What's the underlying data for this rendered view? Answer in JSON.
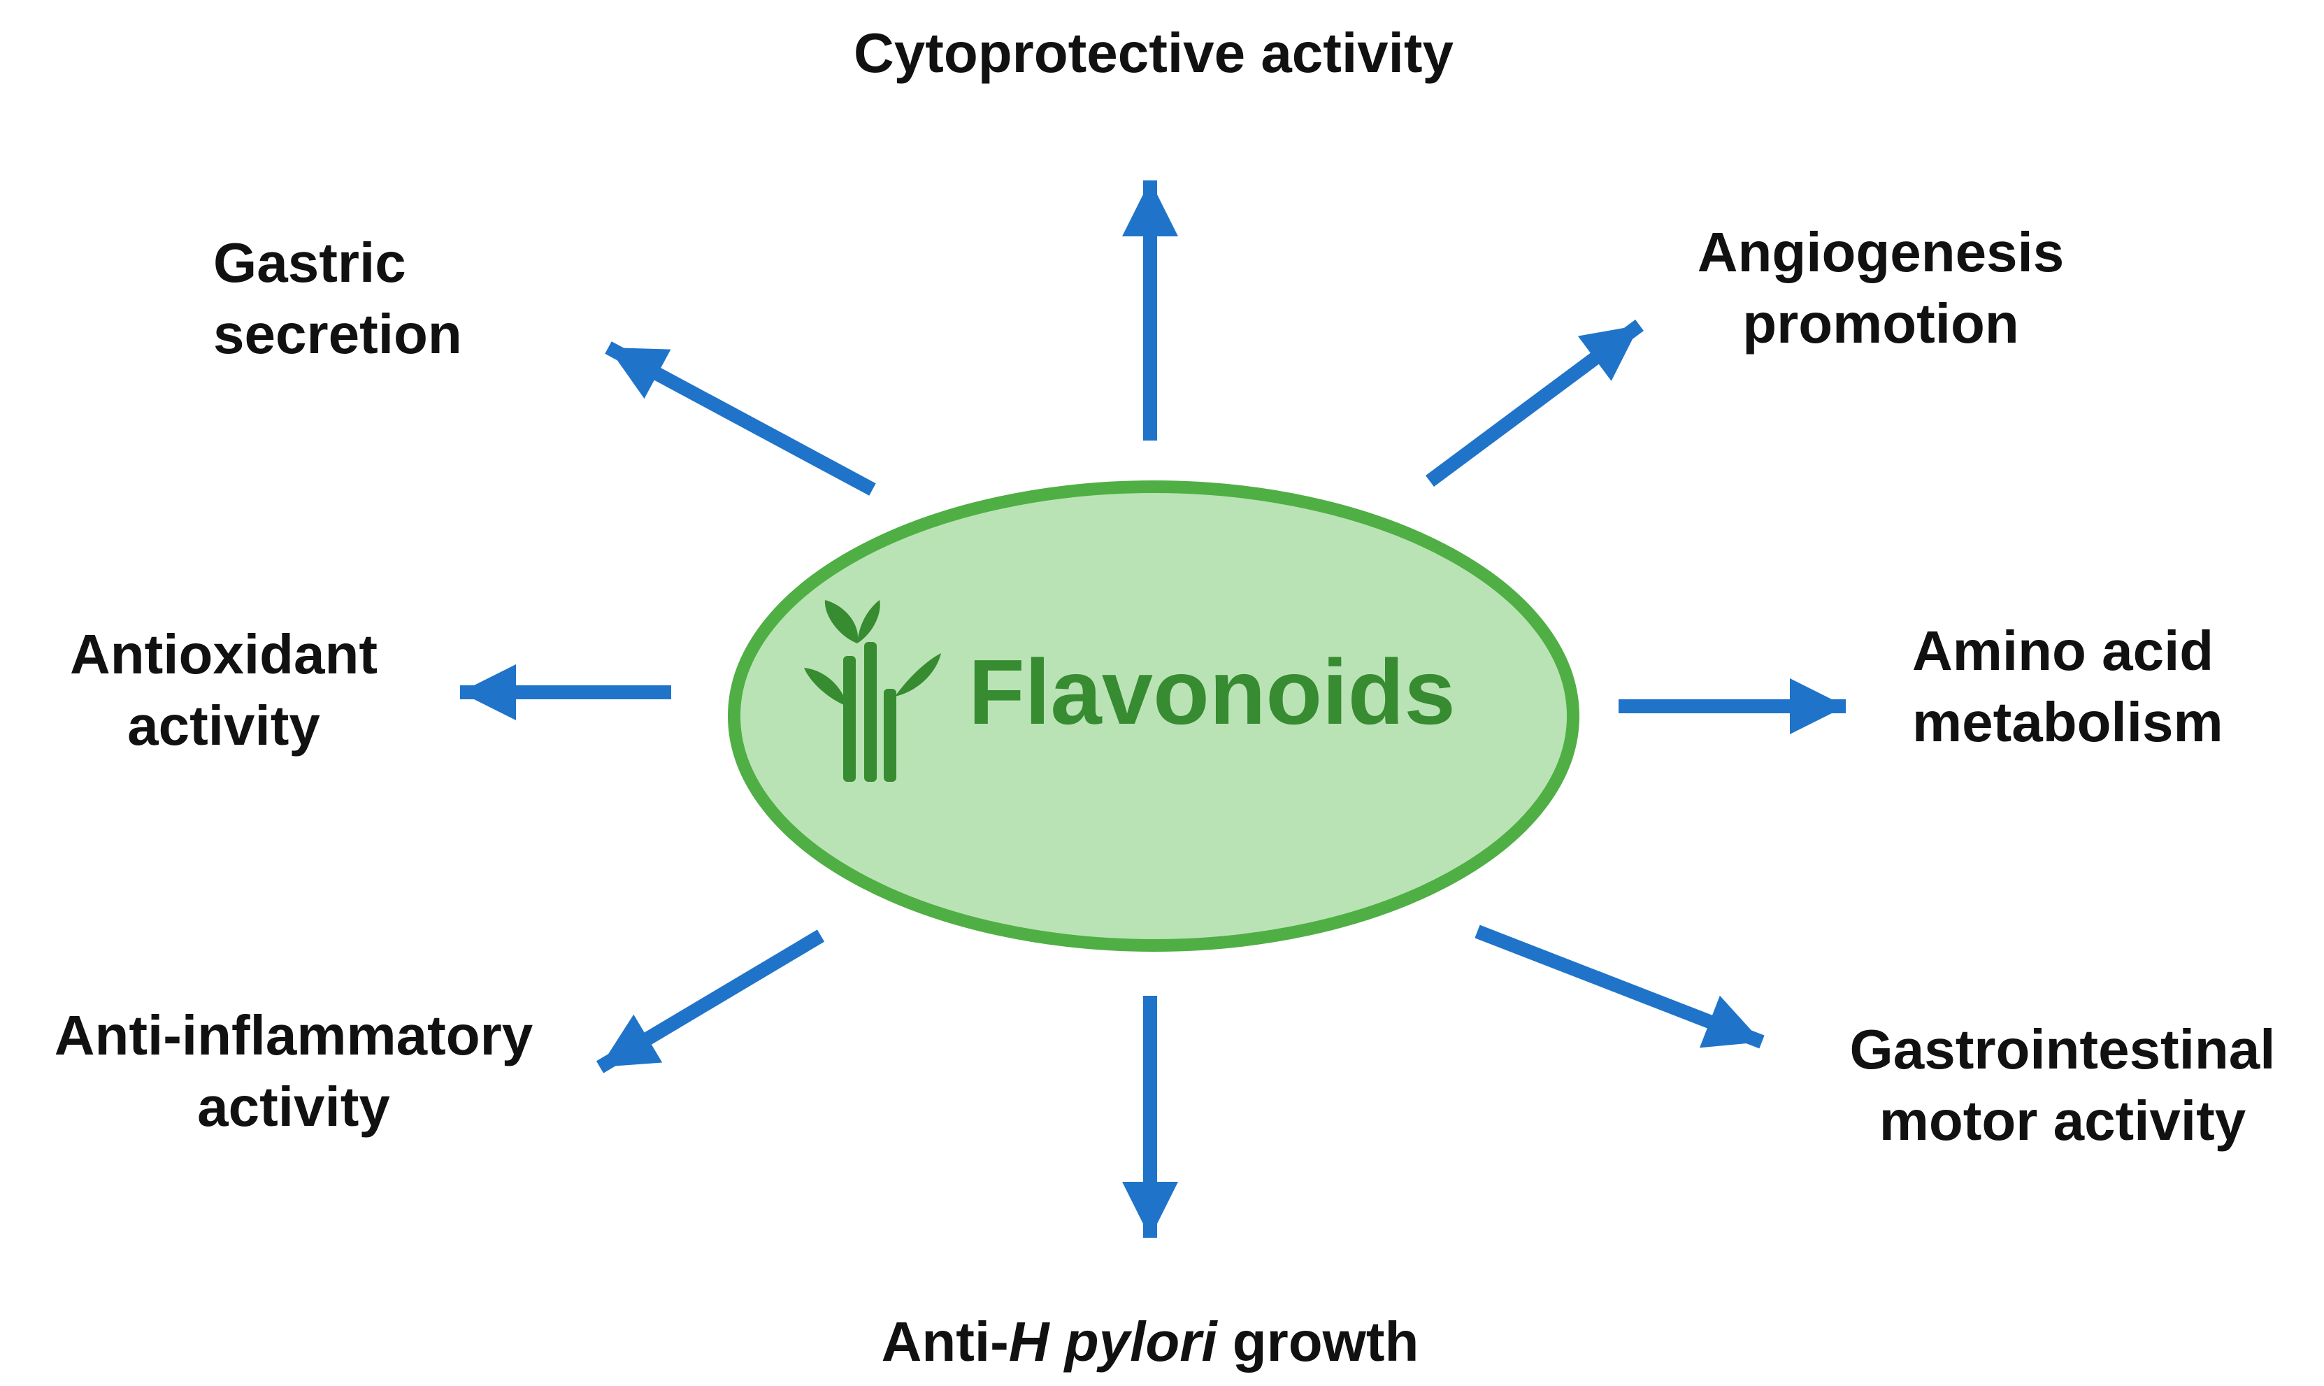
{
  "colors": {
    "arrow": "#1f74c9",
    "ellipse_fill": "#bae3b5",
    "ellipse_stroke": "#4faf44",
    "center_text": "#378b31",
    "plant": "#378b31",
    "label_text": "#111111"
  },
  "center": {
    "title": "Flavonoids",
    "icon": "sprout-icon"
  },
  "labels": {
    "cytoprotective": {
      "line1": "Cytoprotective activity"
    },
    "gastric": {
      "line1": "Gastric",
      "line2": "secretion"
    },
    "angiogenesis": {
      "line1": "Angiogenesis",
      "line2": "promotion"
    },
    "antioxidant": {
      "line1": "Antioxidant",
      "line2": "activity"
    },
    "amino_acid": {
      "line1": "Amino acid",
      "line2": "metabolism"
    },
    "anti_inflammatory": {
      "line1": "Anti-inflammatory",
      "line2": "activity"
    },
    "gastrointestinal": {
      "line1": "Gastrointestinal",
      "line2": "motor activity"
    },
    "h_pylori": {
      "prefix": "Anti-",
      "italic": "H pylori",
      "suffix": " growth"
    }
  }
}
